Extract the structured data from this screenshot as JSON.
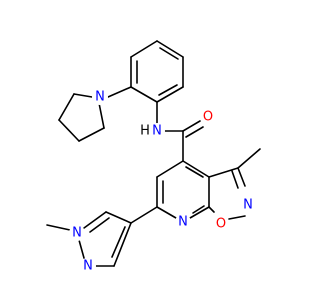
{
  "molecule": {
    "atom_labels": {
      "amide_n": "N",
      "amide_h": "H",
      "amide_o": "O",
      "pyrrolidine_n": "N",
      "isoxazole_n": "N",
      "isoxazole_o": "O",
      "pyridine_n": "N",
      "pyrazole_n1": "N",
      "pyrazole_n2": "N"
    },
    "colors": {
      "bond": "#000000",
      "nitrogen": "#0000ff",
      "oxygen": "#ff0000",
      "hydrogen": "#000000"
    }
  }
}
